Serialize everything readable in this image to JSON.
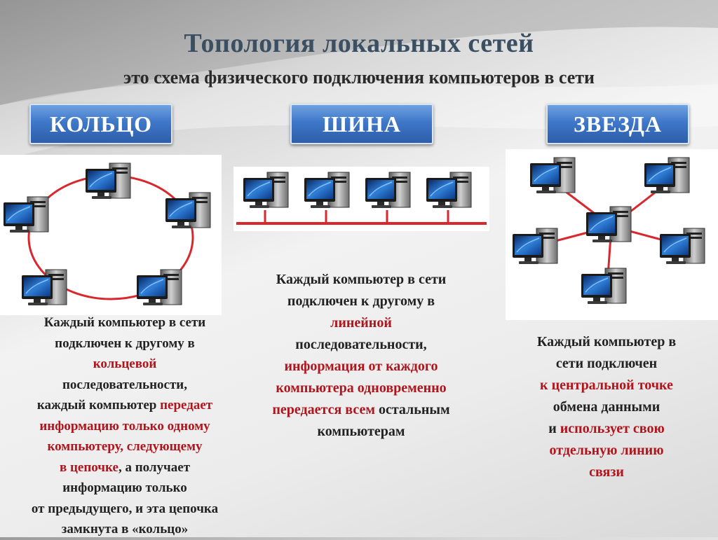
{
  "title": "Топология локальных сетей",
  "subtitle": "это схема физического подключения компьютеров в сети",
  "topologies": [
    {
      "label": "КОЛЬЦО",
      "description": [
        [
          {
            "t": "Каждый компьютер в сети",
            "red": false
          }
        ],
        [
          {
            "t": "подключен к другому в",
            "red": false
          }
        ],
        [
          {
            "t": "кольцевой",
            "red": true
          }
        ],
        [
          {
            "t": "последовательности,",
            "red": false
          }
        ],
        [
          {
            "t": "каждый компьютер ",
            "red": false
          },
          {
            "t": "передает",
            "red": true
          }
        ],
        [
          {
            "t": "информацию только одному",
            "red": true
          }
        ],
        [
          {
            "t": "компьютеру, следующему",
            "red": true
          }
        ],
        [
          {
            "t": "в цепочке",
            "red": true
          },
          {
            "t": ", а получает",
            "red": false
          }
        ],
        [
          {
            "t": "информацию только",
            "red": false
          }
        ],
        [
          {
            "t": "от предыдущего, и эта цепочка",
            "red": false
          }
        ],
        [
          {
            "t": "замкнута в «кольцо»",
            "red": false
          }
        ]
      ]
    },
    {
      "label": "ШИНА",
      "description": [
        [
          {
            "t": "Каждый компьютер в сети",
            "red": false
          }
        ],
        [
          {
            "t": "подключен к другому в",
            "red": false
          }
        ],
        [
          {
            "t": "линейной",
            "red": true
          }
        ],
        [
          {
            "t": "последовательности,",
            "red": false
          }
        ],
        [
          {
            "t": "информация от каждого",
            "red": true
          }
        ],
        [
          {
            "t": "компьютера одновременно",
            "red": true
          }
        ],
        [
          {
            "t": "передается всем",
            "red": true
          },
          {
            "t": " остальным",
            "red": false
          }
        ],
        [
          {
            "t": "компьютерам",
            "red": false
          }
        ]
      ]
    },
    {
      "label": "ЗВЕЗДА",
      "description": [
        [
          {
            "t": "Каждый компьютер в",
            "red": false
          }
        ],
        [
          {
            "t": "сети подключен",
            "red": false
          }
        ],
        [
          {
            "t": "к центральной точке",
            "red": true
          }
        ],
        [
          {
            "t": "обмена данными",
            "red": false
          }
        ],
        [
          {
            "t": "и ",
            "red": false
          },
          {
            "t": "использует свою",
            "red": true
          }
        ],
        [
          {
            "t": "отдельную линию",
            "red": true
          }
        ],
        [
          {
            "t": "связи",
            "red": true
          }
        ]
      ]
    }
  ],
  "colors": {
    "title": "#3b4f63",
    "highlight": "#b0141c",
    "button": "#3f77c9",
    "link": "#d8282e"
  },
  "icons": {
    "node": "computer-icon"
  }
}
